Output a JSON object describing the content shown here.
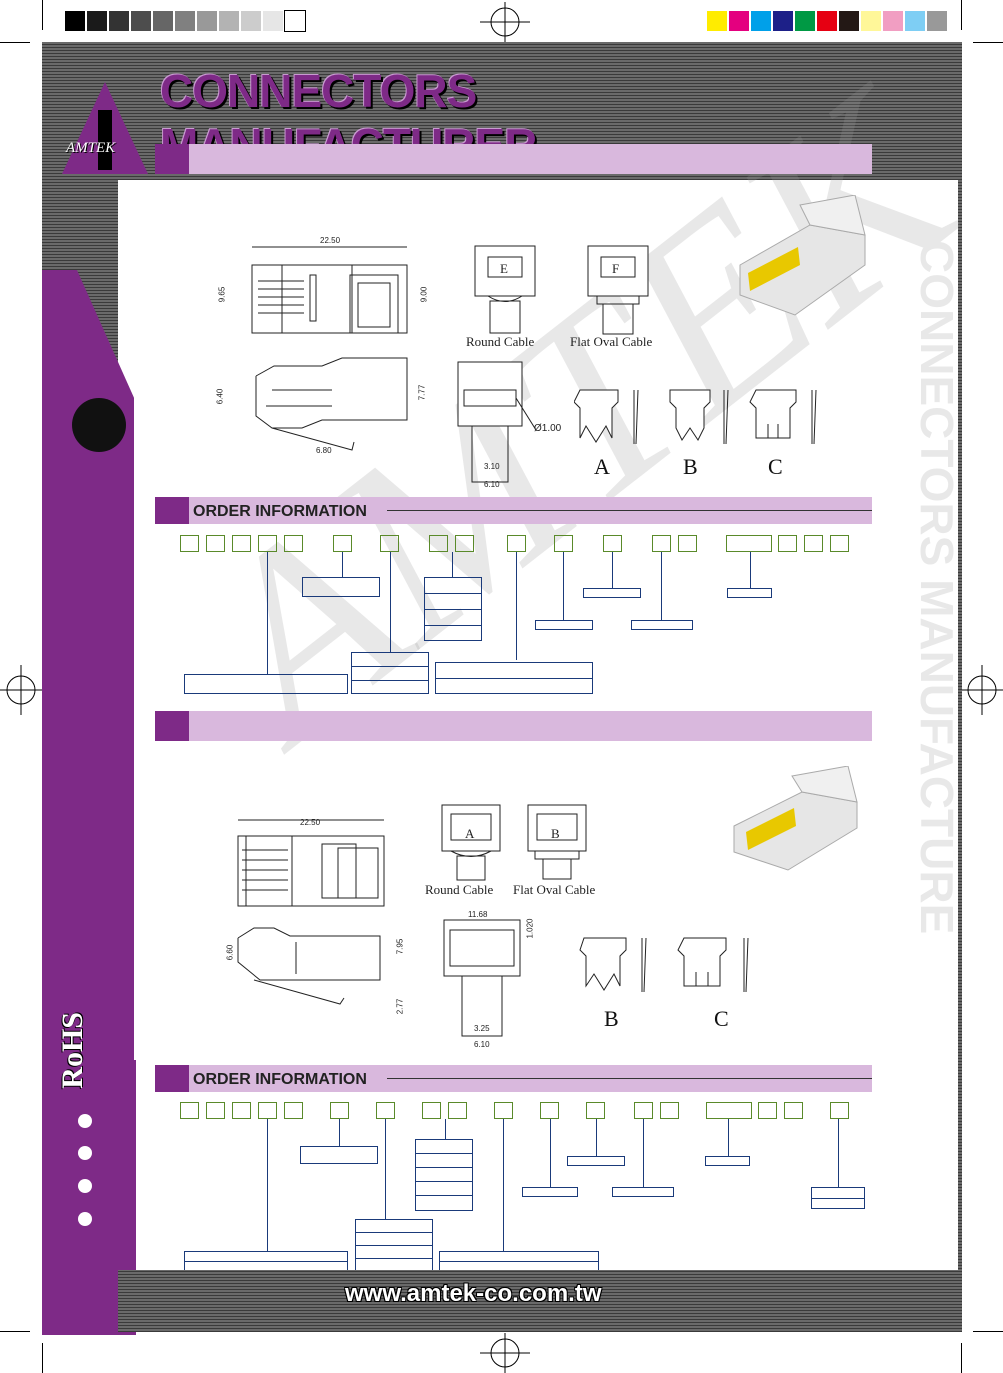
{
  "header": {
    "title": "CONNECTORS MANUFACTURER",
    "logo_text": "AMTEK"
  },
  "sections": [
    {
      "band_title": ""
    },
    {
      "band_title": "ORDER INFORMATION"
    },
    {
      "band_title": ""
    },
    {
      "band_title": "ORDER INFORMATION"
    }
  ],
  "drawing1": {
    "dims": [
      "22.50",
      "9.65",
      "9.00",
      "6.40",
      "7.77",
      "6.80",
      "3.10",
      "6.10"
    ],
    "diameter": "Ø1.00",
    "cable_types": [
      {
        "letter": "E",
        "caption": "Round Cable"
      },
      {
        "letter": "F",
        "caption": "Flat Oval Cable"
      }
    ],
    "contacts": [
      "A",
      "B",
      "C"
    ]
  },
  "drawing2": {
    "dims": [
      "22.50",
      "6.60",
      "7.95",
      "2.77",
      "11.68",
      "1.020",
      "3.25",
      "6.10"
    ],
    "cable_types": [
      {
        "letter": "A",
        "caption": "Round Cable"
      },
      {
        "letter": "B",
        "caption": "Flat Oval Cable"
      }
    ],
    "contacts": [
      "B",
      "C"
    ]
  },
  "side": {
    "rohs": "RoHS",
    "vertical_text": "CONNECTORS MANUFACTURE"
  },
  "footer": {
    "url": "www.amtek-co.com.tw"
  },
  "colors": {
    "accent": "#7e2a87",
    "band": "#d9b8dd",
    "box_green": "#5a8a2a",
    "line_blue": "#1a3a7a"
  }
}
